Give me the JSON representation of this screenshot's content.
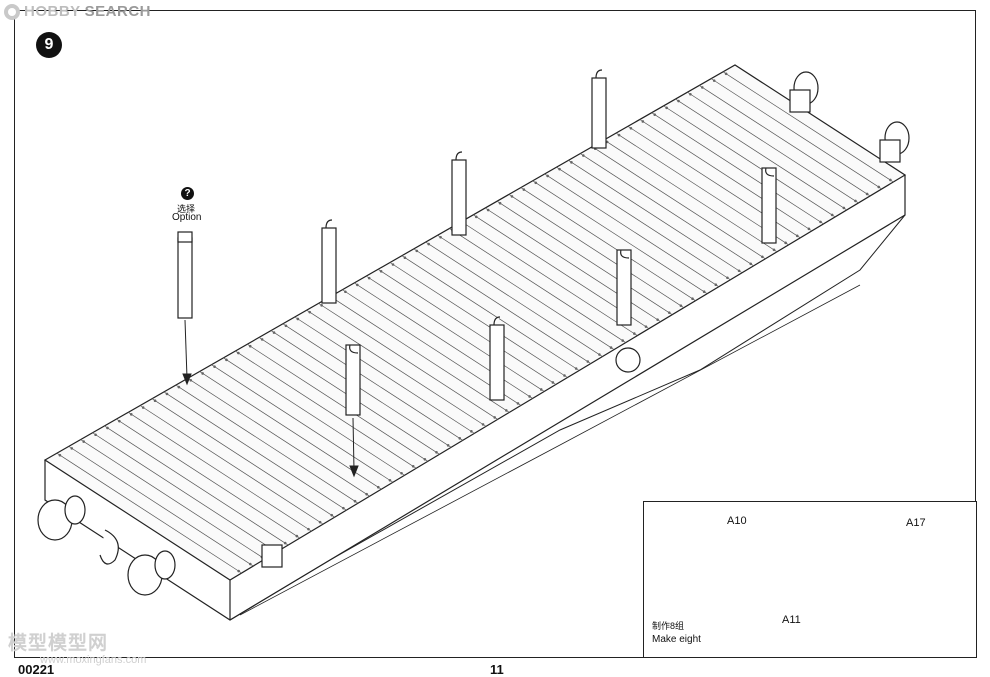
{
  "header": {
    "logo_hobby": "HOBBY",
    "logo_search": "SEARCH"
  },
  "step": {
    "number": "9"
  },
  "option": {
    "badge": "?",
    "label_cn": "选择",
    "label_en": "Option"
  },
  "inset": {
    "parts": {
      "a10": "A10",
      "a11": "A11",
      "a17": "A17"
    },
    "note_cn": "制作8组",
    "note_en": "Make eight"
  },
  "footer": {
    "watermark": "模型模型网",
    "watermark_url": "www.moxingfans.com",
    "code": "00221",
    "page": "11"
  }
}
